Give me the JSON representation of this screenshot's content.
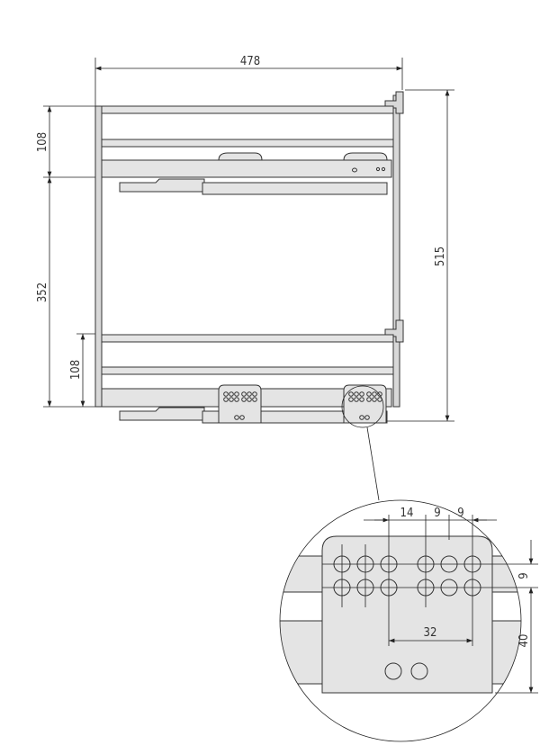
{
  "dimensions": {
    "overall_width": "478",
    "overall_height": "515",
    "top_offset": "108",
    "basket_spacing": "352",
    "bottom_offset": "108"
  },
  "detail": {
    "hole_offset_1": "14",
    "hole_pitch_1": "9",
    "hole_pitch_2": "9",
    "row_spacing": "9",
    "hole_span": "32",
    "plate_height": "40"
  },
  "colors": {
    "line": "#222222",
    "part_fill": "#e4e4e4"
  }
}
